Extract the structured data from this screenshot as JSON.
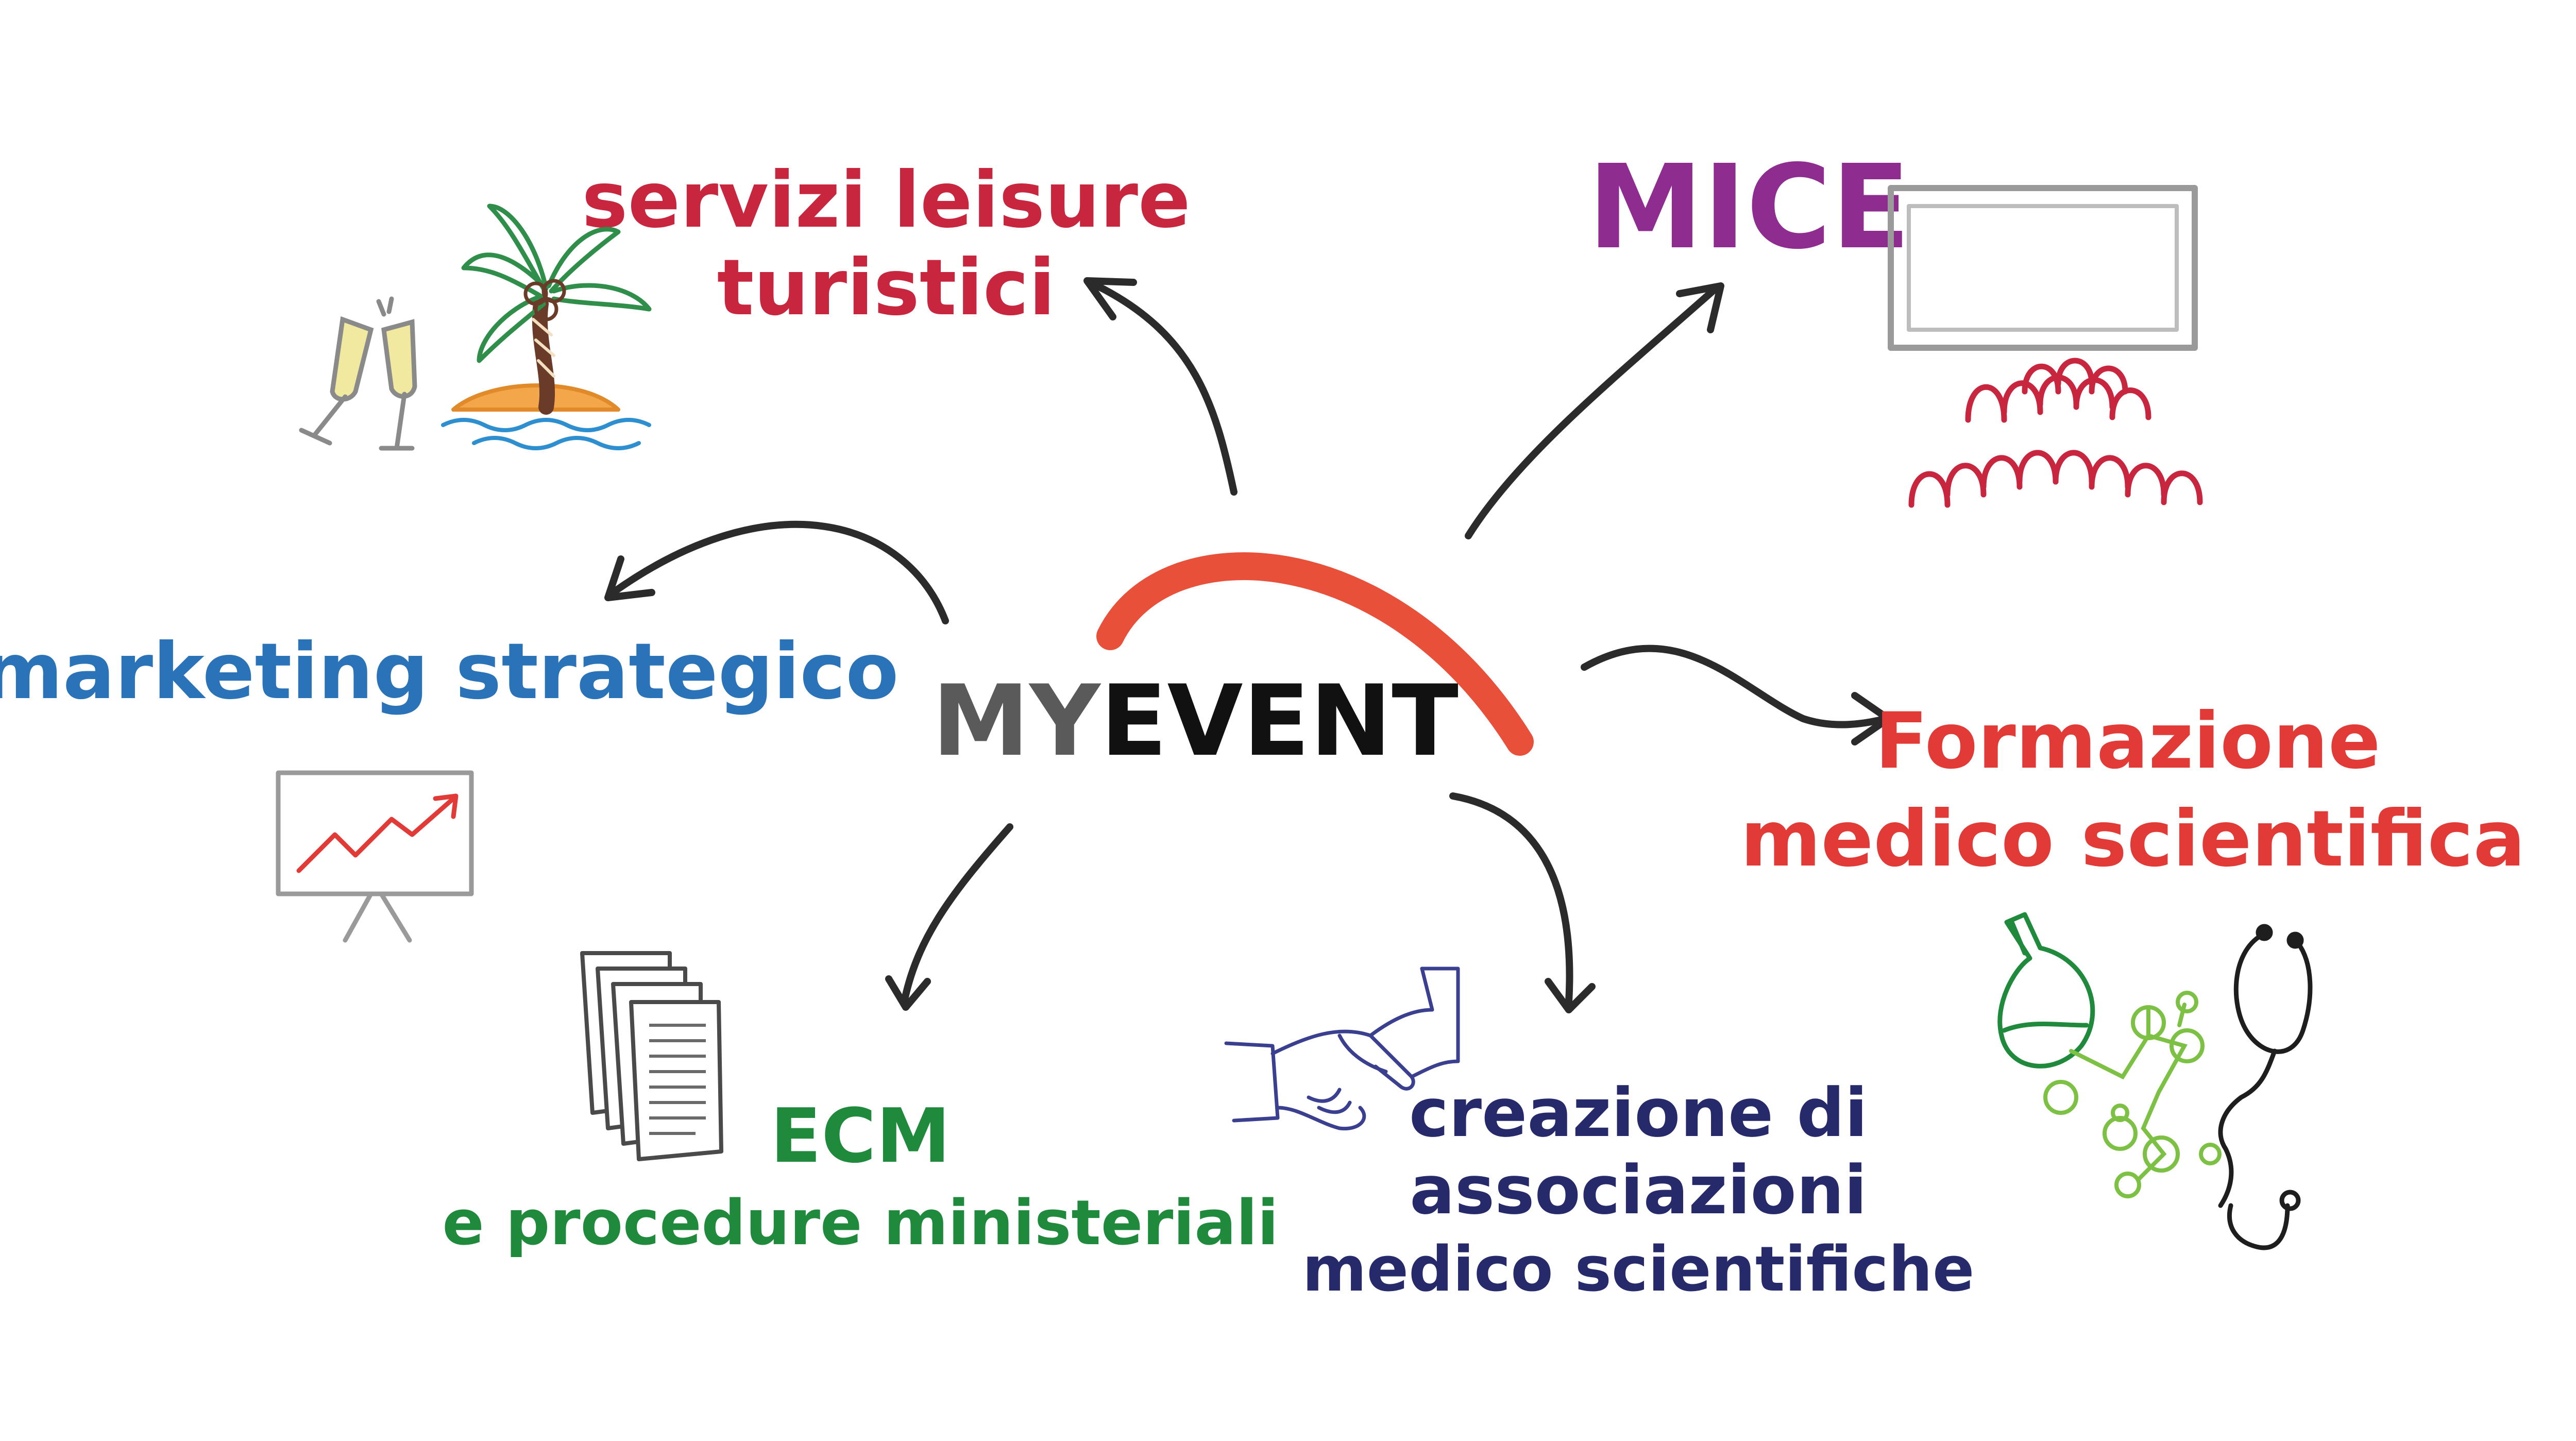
{
  "colors": {
    "background": "#ffffff",
    "arrow": "#2b2b2b",
    "logo_arc": "#e8503a",
    "leisure": "#c8253f",
    "mice": "#8e2c8f",
    "marketing": "#2b73b8",
    "formazione": "#e23a36",
    "ecm": "#1f8a3c",
    "associazioni": "#262a6b",
    "logo_my": "#5a5a5a",
    "logo_event": "#111111"
  },
  "center": {
    "prefix": "MY",
    "suffix": "EVENT"
  },
  "nodes": {
    "leisure": {
      "line1": "servizi leisure",
      "line2": "turistici"
    },
    "mice": {
      "line1": "MICE"
    },
    "marketing": {
      "line1": "marketing strategico"
    },
    "formazione": {
      "line1": "Formazione",
      "line2": "medico scientifica"
    },
    "ecm": {
      "line1": "ECM",
      "line2": "e procedure ministeriali"
    },
    "associazioni": {
      "line1": "creazione di",
      "line2": "associazioni",
      "line3": "medico scientifiche"
    }
  },
  "icons": [
    "champagne-glasses-icon",
    "palm-island-icon",
    "screen-audience-icon",
    "growth-chart-board-icon",
    "documents-stack-icon",
    "handshake-icon",
    "chemistry-flask-icon",
    "molecule-icon",
    "stethoscope-icon"
  ]
}
